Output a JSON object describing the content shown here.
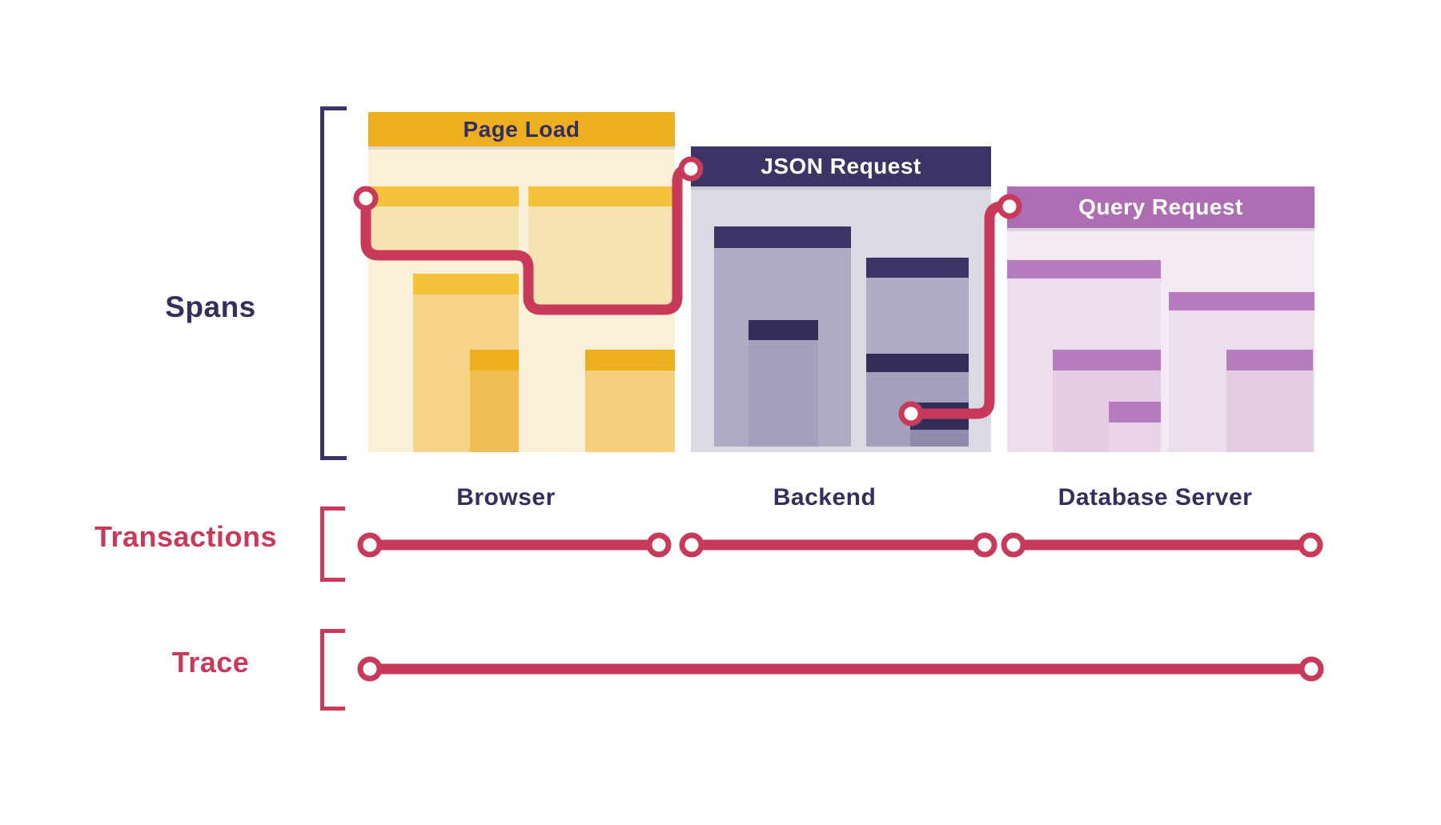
{
  "diagram": {
    "labels": {
      "spans": "Spans",
      "transactions": "Transactions",
      "trace": "Trace"
    },
    "blocks": [
      {
        "title": "Page Load",
        "service": "Browser"
      },
      {
        "title": "JSON Request",
        "service": "Backend"
      },
      {
        "title": "Query Request",
        "service": "Database Server"
      }
    ],
    "colors": {
      "red": "#C8395A",
      "navy": "#3B3464",
      "navy_deep": "#332D59",
      "navy_text": "#342E5F",
      "bracket_navy": "#3A3363",
      "yellow": "#EEAF1E",
      "yellow_light": "#F5C23C",
      "cream": "#FAF0D8",
      "amber_1": "#F7E2B1",
      "amber_2": "#F5D48A",
      "amber_3": "#F4CF7C",
      "amber_4": "#F0BE52",
      "lavender_body": "#DBDAE3",
      "lavender_1": "#AFABC5",
      "lavender_2": "#A5A0BD",
      "lavender_3": "#8F8BAB",
      "purple": "#AE6EB4",
      "purple_light": "#B77CBD",
      "pink_body": "#F4EAF4",
      "pink_1": "#EDDEED",
      "pink_2": "#E4CCE4",
      "pink_3": "#E9D4E9"
    }
  }
}
